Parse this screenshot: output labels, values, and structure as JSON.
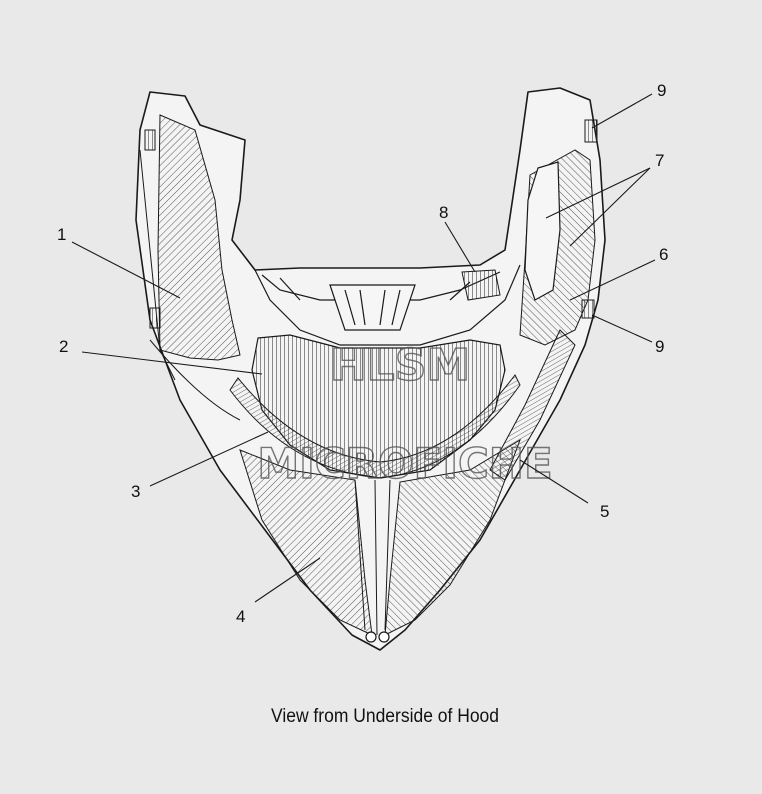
{
  "caption": "View from Underside of Hood",
  "callouts": [
    {
      "id": "1",
      "label": "1"
    },
    {
      "id": "2",
      "label": "2"
    },
    {
      "id": "3",
      "label": "3"
    },
    {
      "id": "4",
      "label": "4"
    },
    {
      "id": "5",
      "label": "5"
    },
    {
      "id": "6",
      "label": "6"
    },
    {
      "id": "7",
      "label": "7"
    },
    {
      "id": "8",
      "label": "8"
    },
    {
      "id": "9a",
      "label": "9"
    },
    {
      "id": "9b",
      "label": "9"
    }
  ],
  "watermark": {
    "line1": "HLSM",
    "line2": "MICROFICHE"
  },
  "colors": {
    "background": "#e9e9e9",
    "line": "#1a1a1a",
    "hatch": "#555555"
  }
}
